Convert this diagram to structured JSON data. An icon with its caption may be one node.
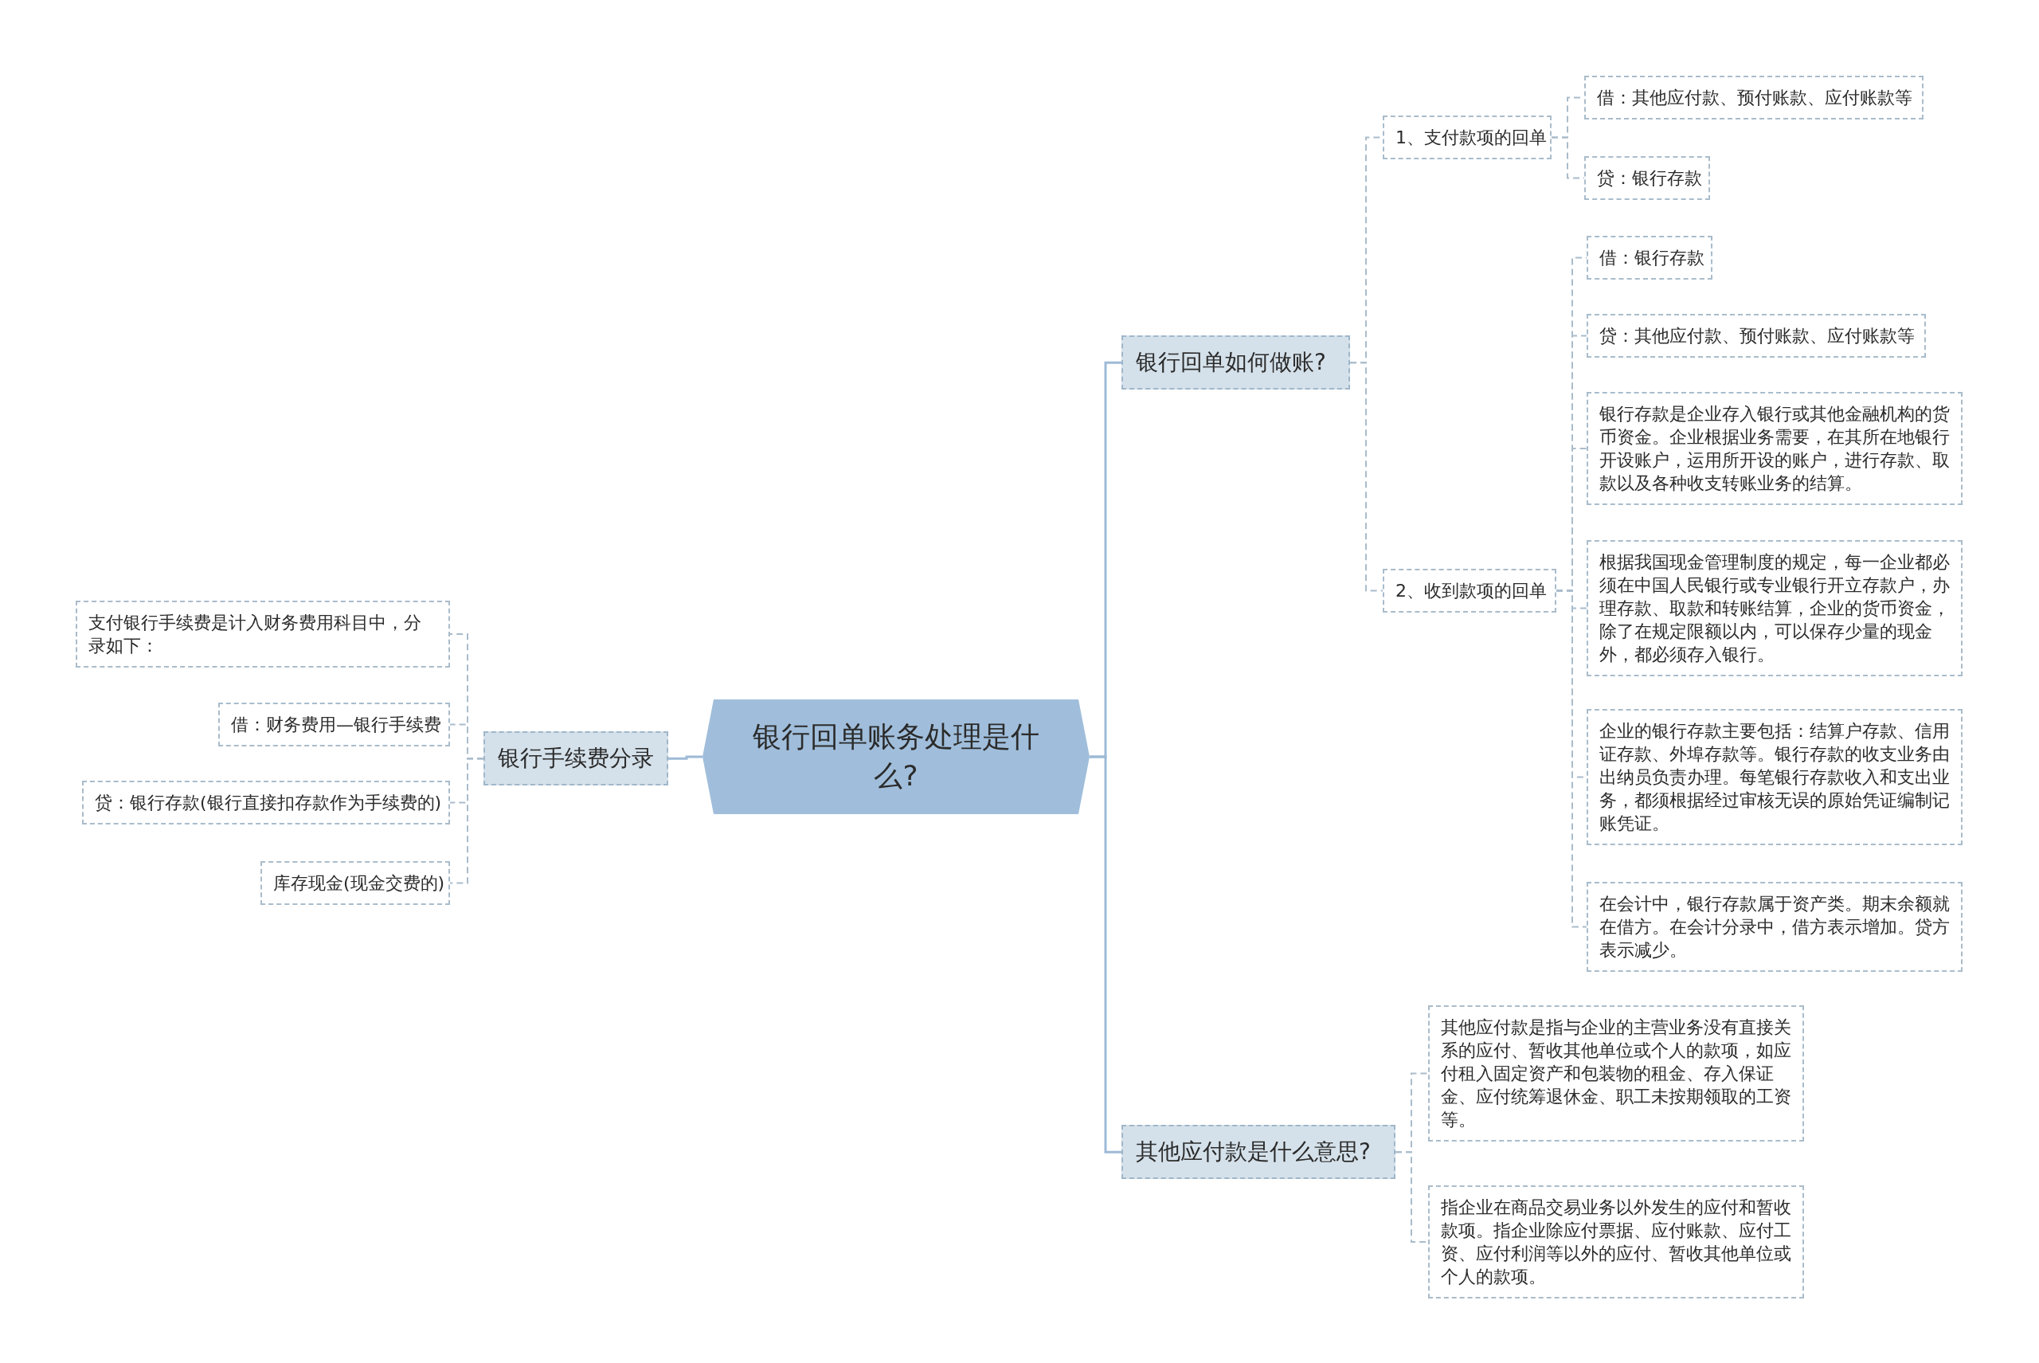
{
  "diagram": {
    "nodes": [
      {
        "text": [
          "银行回单账务处理是什么?"
        ]
      },
      {
        "text": [
          "银行回单如何做账?"
        ]
      },
      {
        "text": [
          "1、支付款项的回单"
        ]
      },
      {
        "text": [
          "借：其他应付款、预付账款、应付账款等"
        ]
      },
      {
        "text": [
          "贷：银行存款"
        ]
      },
      {
        "text": [
          "2、收到款项的回单"
        ]
      },
      {
        "text": [
          "借：银行存款"
        ]
      },
      {
        "text": [
          "贷：其他应付款、预付账款、应付账款等"
        ]
      },
      {
        "text": [
          "银行存款是企业存入银行或其他金融机构的货币资金。企业根据业务需要，在其所在地银行开设账户，运用所开设的账户，进行存款、取款以及各种收支转账业务的结算。"
        ]
      },
      {
        "text": [
          "根据我国现金管理制度的规定，每一企业都必须在中国人民银行或专业银行开立存款户，办理存款、取款和转账结算，企业的货币资金，除了在规定限额以内，可以保存少量的现金外，都必须存入银行。"
        ]
      },
      {
        "text": [
          "企业的银行存款主要包括：结算户存款、信用证存款、外埠存款等。银行存款的收支业务由出纳员负责办理。每笔银行存款收入和支出业务，都须根据经过审核无误的原始凭证编制记账凭证。"
        ]
      },
      {
        "text": [
          "在会计中，银行存款属于资产类。期末余额就在借方。在会计分录中，借方表示增加。贷方表示减少。"
        ]
      },
      {
        "text": [
          "其他应付款是什么意思?"
        ]
      },
      {
        "text": [
          "其他应付款是指与企业的主营业务没有直接关系的应付、暂收其他单位或个人的款项，如应付租入固定资产和包装物的租金、存入保证金、应付统筹退休金、职工未按期领取的工资等。"
        ]
      },
      {
        "text": [
          "指企业在商品交易业务以外发生的应付和暂收款项。指企业除应付票据、应付账款、应付工资、应付利润等以外的应付、暂收其他单位或个人的款项。"
        ]
      },
      {
        "text": [
          "银行手续费分录"
        ]
      },
      {
        "text": [
          "支付银行手续费是计入财务费用科目中，分录如下："
        ]
      },
      {
        "text": [
          "借：财务费用—银行手续费"
        ]
      },
      {
        "text": [
          "贷：银行存款(银行直接扣存款作为手续费的)"
        ]
      },
      {
        "text": [
          "库存现金(现金交费的)"
        ]
      }
    ],
    "edges": [
      {
        "from": 0,
        "to": 1,
        "arrow": "none"
      },
      {
        "from": 1,
        "to": 2,
        "arrow": "none",
        "style": "dashed"
      },
      {
        "from": 2,
        "to": 3,
        "arrow": "none",
        "style": "dashed"
      },
      {
        "from": 2,
        "to": 4,
        "arrow": "none",
        "style": "dashed"
      },
      {
        "from": 1,
        "to": 5,
        "arrow": "none",
        "style": "dashed"
      },
      {
        "from": 5,
        "to": 6,
        "arrow": "none",
        "style": "dashed"
      },
      {
        "from": 5,
        "to": 7,
        "arrow": "none",
        "style": "dashed"
      },
      {
        "from": 5,
        "to": 8,
        "arrow": "none",
        "style": "dashed"
      },
      {
        "from": 5,
        "to": 9,
        "arrow": "none",
        "style": "dashed"
      },
      {
        "from": 5,
        "to": 10,
        "arrow": "none",
        "style": "dashed"
      },
      {
        "from": 5,
        "to": 11,
        "arrow": "none",
        "style": "dashed"
      },
      {
        "from": 0,
        "to": 12,
        "arrow": "none"
      },
      {
        "from": 12,
        "to": 13,
        "arrow": "none",
        "style": "dashed"
      },
      {
        "from": 12,
        "to": 14,
        "arrow": "none",
        "style": "dashed"
      },
      {
        "from": 0,
        "to": 15,
        "arrow": "none"
      },
      {
        "from": 15,
        "to": 16,
        "arrow": "none",
        "style": "dashed"
      },
      {
        "from": 15,
        "to": 17,
        "arrow": "none",
        "style": "dashed"
      },
      {
        "from": 15,
        "to": 18,
        "arrow": "none",
        "style": "dashed"
      },
      {
        "from": 15,
        "to": 19,
        "arrow": "none",
        "style": "dashed"
      }
    ]
  }
}
